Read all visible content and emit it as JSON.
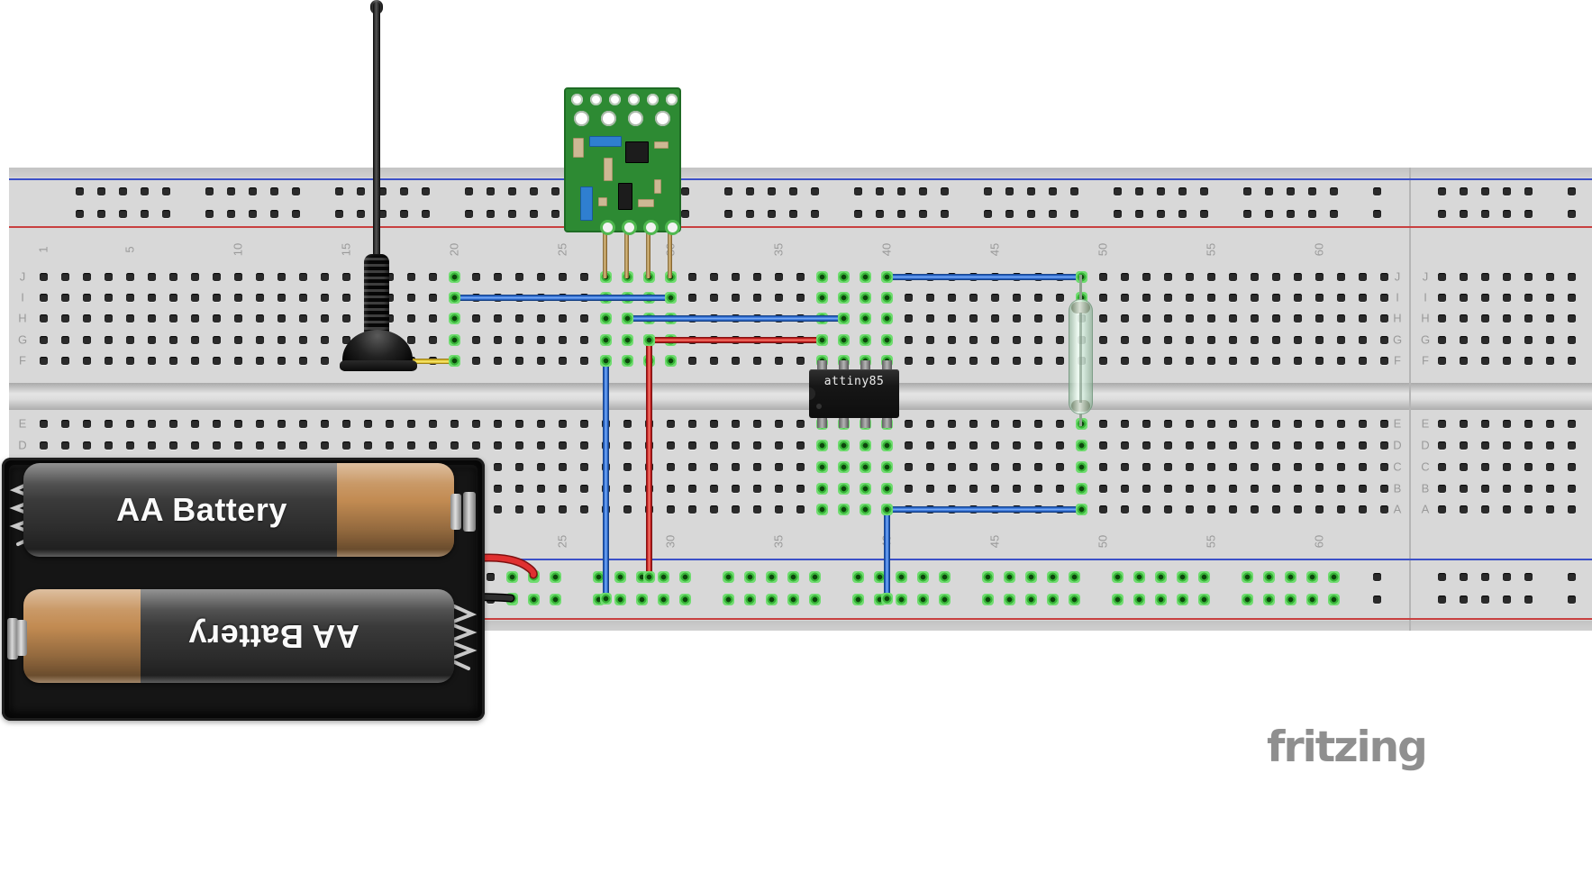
{
  "watermark": "fritzing",
  "breadboard": {
    "column_numbers": [
      "1",
      "5",
      "10",
      "15",
      "20",
      "25",
      "30",
      "35",
      "40",
      "45",
      "50",
      "55",
      "60"
    ],
    "row_letters_top_half": [
      "J",
      "I",
      "H",
      "G",
      "F"
    ],
    "row_letters_bottom_half": [
      "E",
      "D",
      "C",
      "B",
      "A"
    ]
  },
  "components": {
    "microcontroller": {
      "label": "attiny85"
    },
    "battery_top": {
      "label": "AA Battery"
    },
    "battery_bottom": {
      "label": "AA Battery"
    }
  },
  "colors": {
    "rail_blue": "#3c50c8",
    "rail_red": "#c84040",
    "wire_blue": "#2f6fd8",
    "wire_red": "#d42626",
    "wire_yellow": "#e6c832",
    "connection_green": "#38b438",
    "pcb_green": "#2d8a33"
  }
}
